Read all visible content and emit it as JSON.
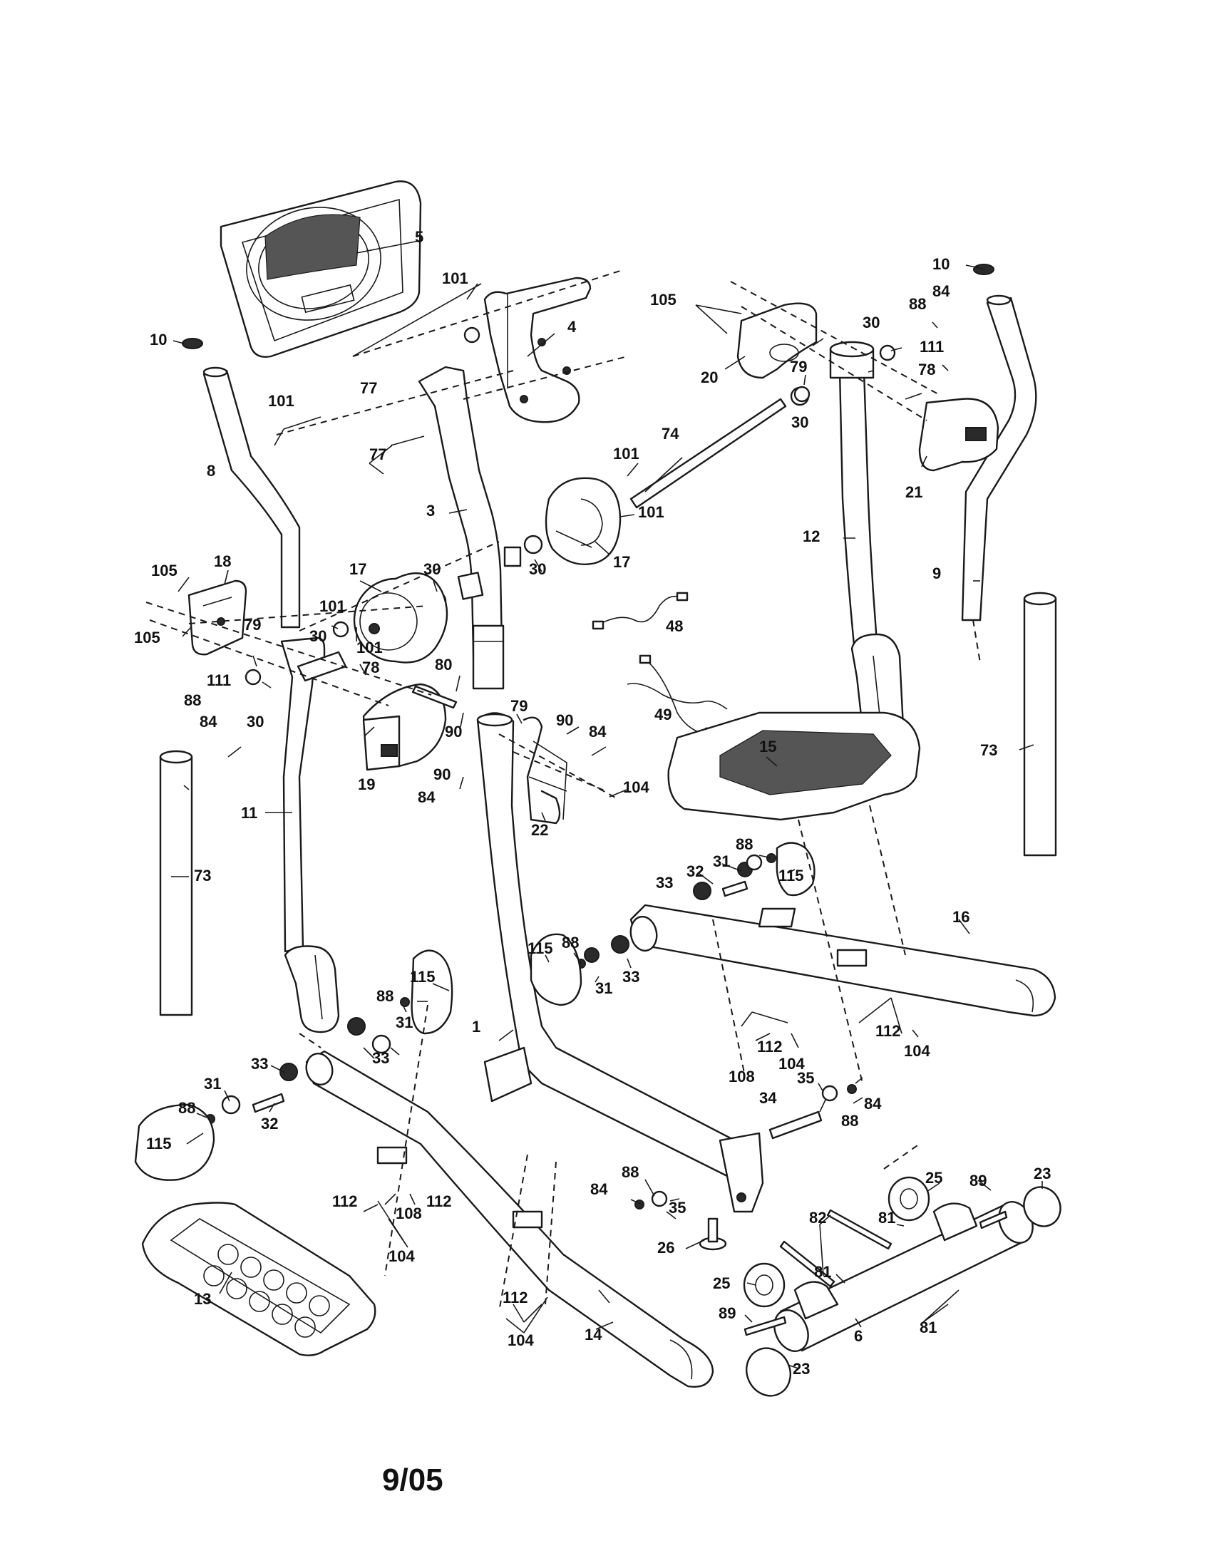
{
  "revision_label": "9/05",
  "callouts": {
    "c1": "1",
    "c3": "3",
    "c4": "4",
    "c5": "5",
    "c6": "6",
    "c8": "8",
    "c9": "9",
    "c10": "10",
    "c11": "11",
    "c12": "12",
    "c13": "13",
    "c14": "14",
    "c15": "15",
    "c16": "16",
    "c17": "17",
    "c18": "18",
    "c19": "19",
    "c20": "20",
    "c21": "21",
    "c22": "22",
    "c23": "23",
    "c25": "25",
    "c26": "26",
    "c30": "30",
    "c31": "31",
    "c32": "32",
    "c33": "33",
    "c34": "34",
    "c35": "35",
    "c48": "48",
    "c49": "49",
    "c73": "73",
    "c74": "74",
    "c77": "77",
    "c78": "78",
    "c79": "79",
    "c80": "80",
    "c81": "81",
    "c82": "82",
    "c84": "84",
    "c88": "88",
    "c89": "89",
    "c90": "90",
    "c101": "101",
    "c104": "104",
    "c105": "105",
    "c108": "108",
    "c111": "111",
    "c112": "112",
    "c115": "115"
  }
}
